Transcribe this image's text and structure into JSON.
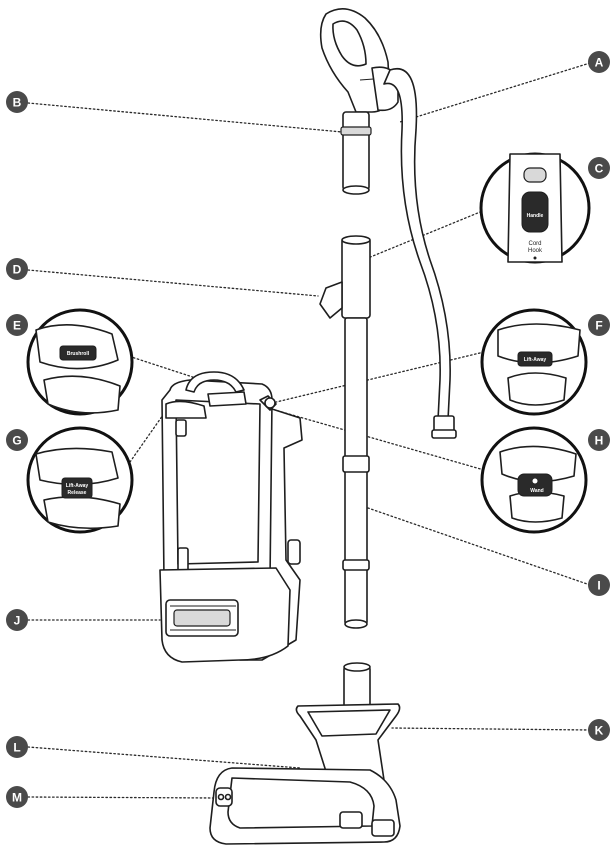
{
  "labels": {
    "A": "A",
    "B": "B",
    "C": "C",
    "D": "D",
    "E": "E",
    "F": "F",
    "G": "G",
    "H": "H",
    "I": "I",
    "J": "J",
    "K": "K",
    "L": "L",
    "M": "M"
  },
  "insets": {
    "C_button": "Handle",
    "C_hook_line1": "Cord",
    "C_hook_line2": "Hook",
    "E_button": "Brushroll",
    "F_button": "Lift-Away",
    "G_button_line1": "Lift-Away",
    "G_button_line2": "Release",
    "H_button": "Wand"
  }
}
